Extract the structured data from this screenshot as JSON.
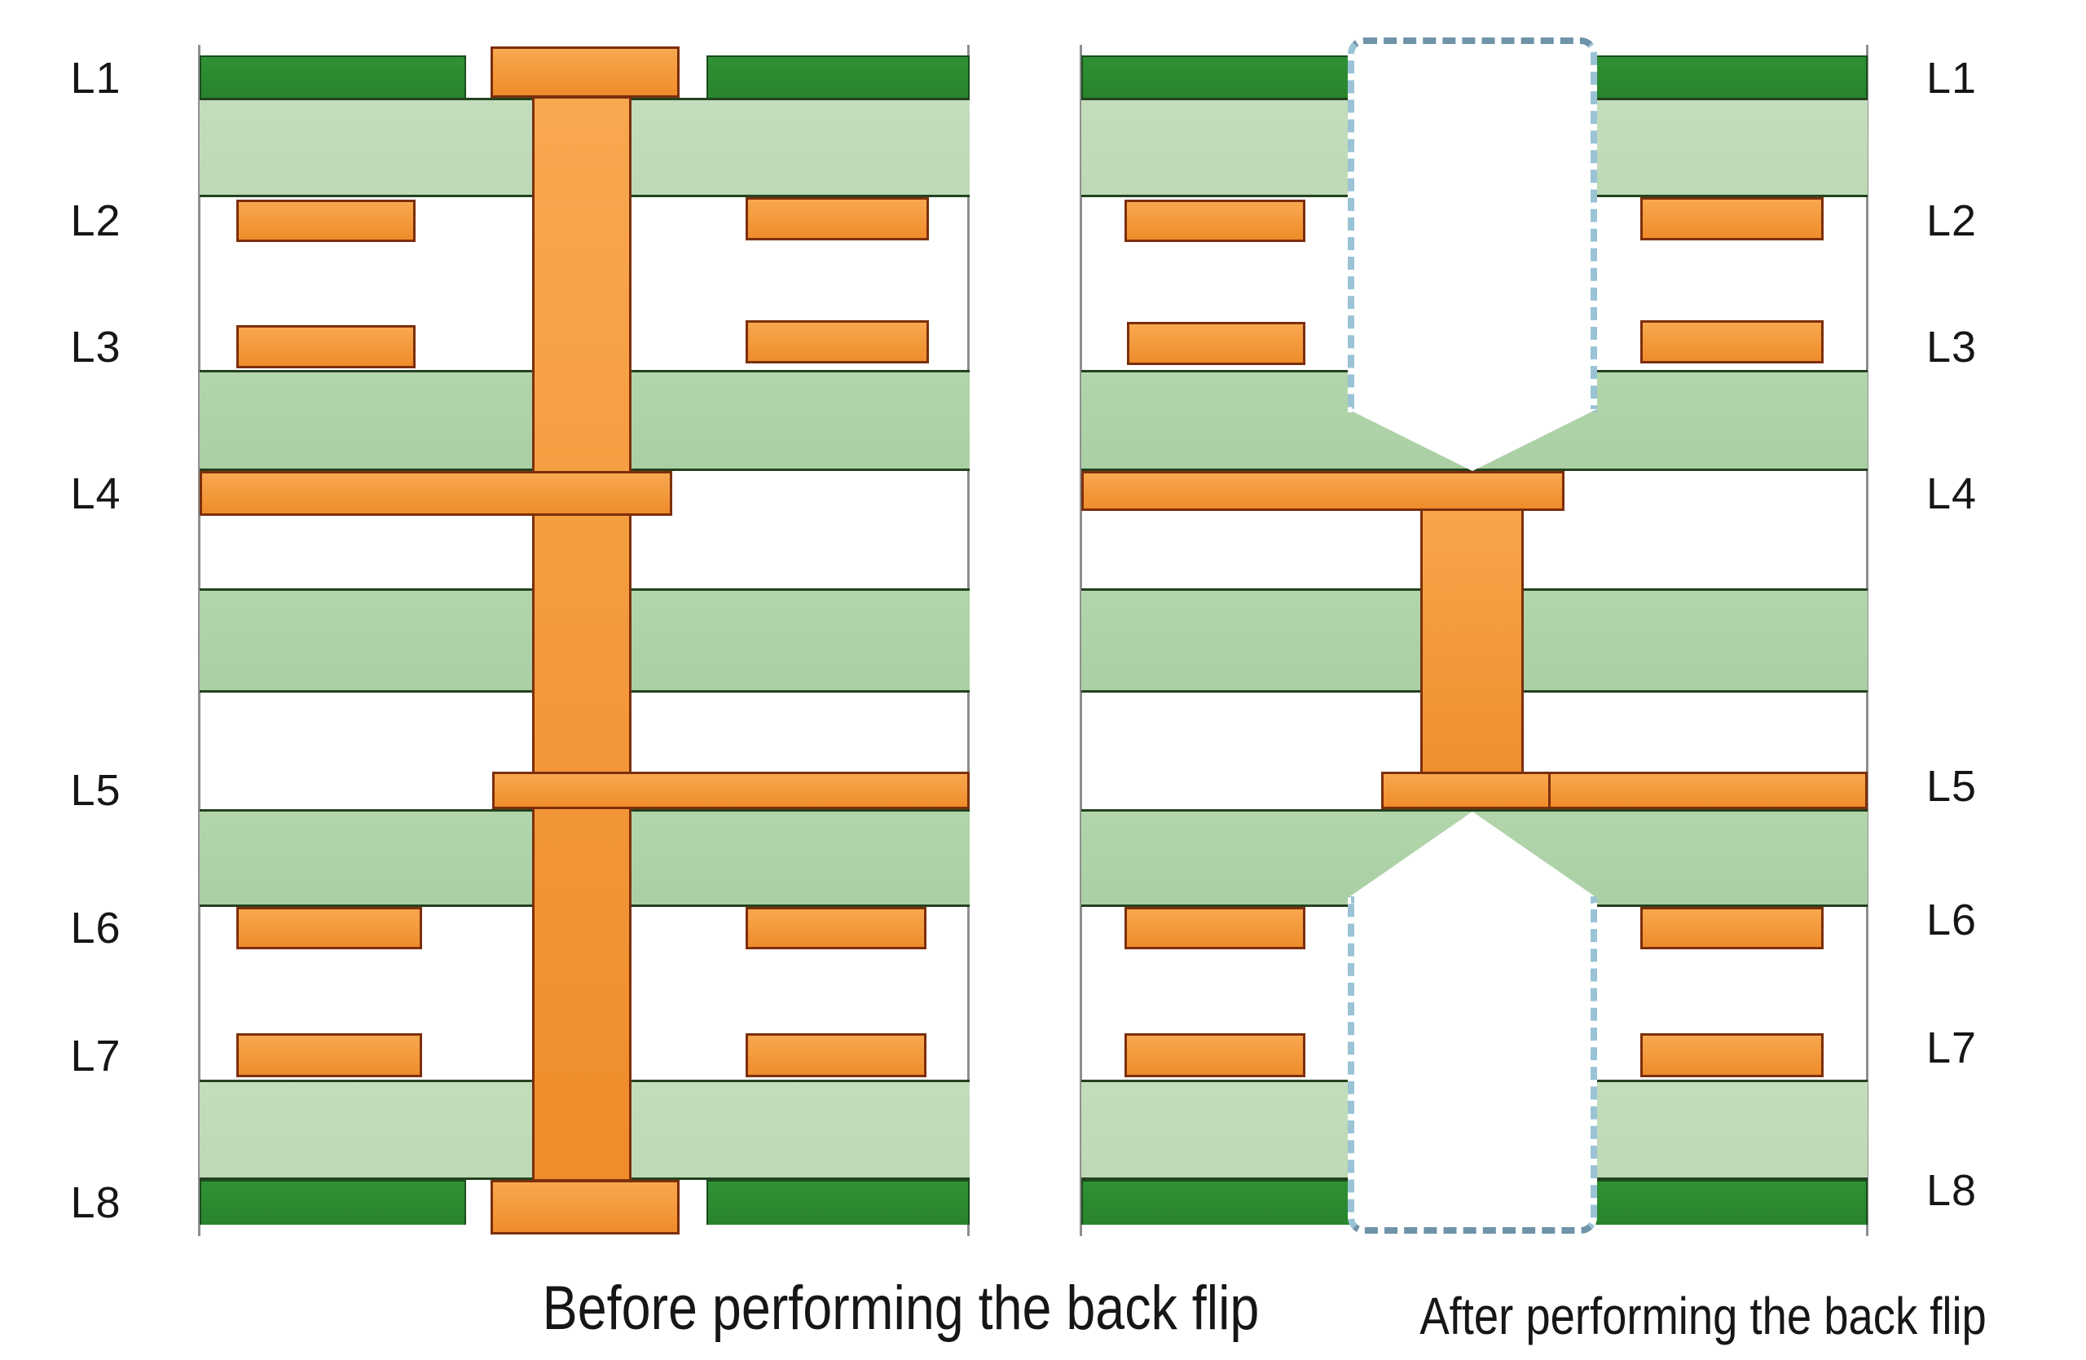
{
  "figure": {
    "captions": {
      "before": "Before performing the back flip",
      "after": "After performing the back flip"
    },
    "layer_labels_left": [
      "L1",
      "L2",
      "L3",
      "L4",
      "L5",
      "L6",
      "L7",
      "L8"
    ],
    "layer_labels_right": [
      "L1",
      "L2",
      "L3",
      "L4",
      "L5",
      "L6",
      "L7",
      "L8"
    ]
  },
  "colors": {
    "dark_green": "#2f9134",
    "dark_green_border": "#1b4d1e",
    "light_green_outer": "#bdd9b6",
    "light_green_core": "#abcfa4",
    "copper_orange": "#f49a3e",
    "copper_border": "#7c2f0c",
    "green_line": "#24421f",
    "drill_dash_blue": "#9ac3d6",
    "drill_dash_dark": "#6f93a8",
    "board_edge_gray": "#8f8f8f",
    "text_color": "#161616",
    "background": "#ffffff"
  }
}
